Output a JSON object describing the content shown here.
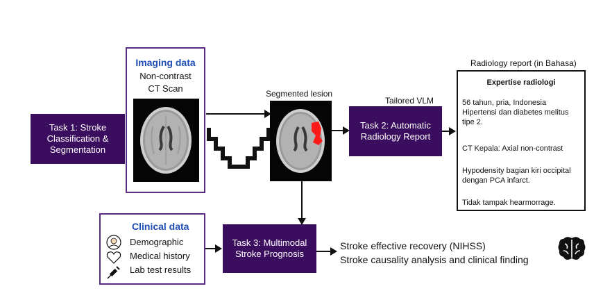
{
  "task1": {
    "label": "Task 1: Stroke Classification & Segmentation"
  },
  "imaging": {
    "title": "Imaging data",
    "line1": "Non-contrast",
    "line2": "CT Scan"
  },
  "segmented": {
    "label": "Segmented lesion"
  },
  "vlm": {
    "label": "Tailored VLM"
  },
  "task2": {
    "label": "Task 2: Automatic Radiology Report"
  },
  "report": {
    "caption": "Radiology report (in Bahasa)",
    "heading": "Expertise radiologi",
    "p1": "56 tahun, pria, Indonesia Hipertensi dan diabetes melitus tipe 2.",
    "p2": "CT Kepala: Axial non-contrast",
    "p3": "Hypodensity bagian kiri occipital dengan PCA infarct.",
    "p4": "Tidak tampak hearmorrage."
  },
  "clinical": {
    "title": "Clinical data",
    "items": [
      {
        "label": "Demographic",
        "icon": "person-icon"
      },
      {
        "label": "Medical history",
        "icon": "heart-icon"
      },
      {
        "label": "Lab test results",
        "icon": "syringe-icon"
      }
    ]
  },
  "task3": {
    "label": "Task 3: Multimodal Stroke Prognosis"
  },
  "outcomes": {
    "line1": "Stroke effective recovery (NIHSS)",
    "line2": "Stroke causality analysis and clinical finding",
    "icon": "brain-icon"
  },
  "colors": {
    "task_box": "#3b0d5e",
    "outline": "#5b2a84",
    "title_blue": "#1f4fb5",
    "lesion": "#ff1a1a"
  }
}
